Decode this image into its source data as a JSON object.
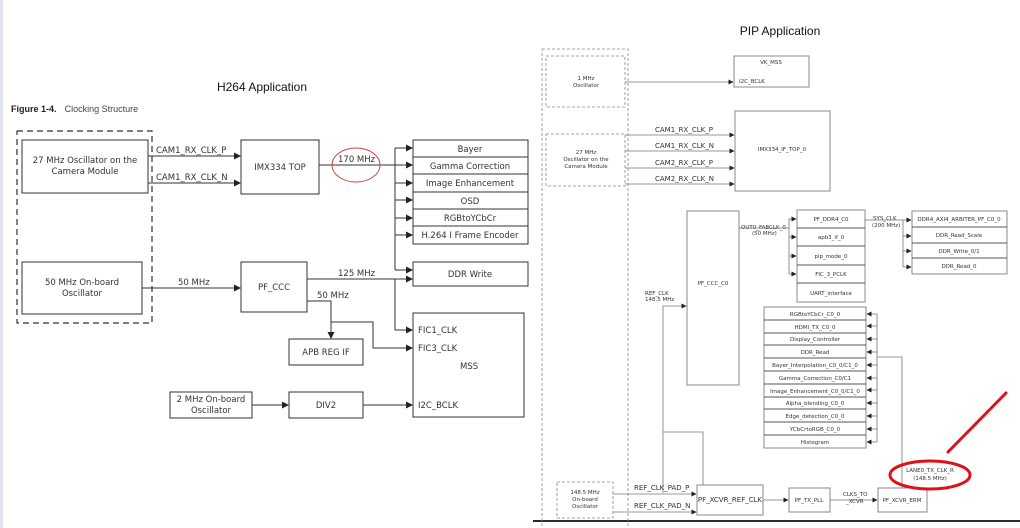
{
  "page": {
    "figure_caption_bold": "Figure 1-4.",
    "figure_caption": "Clocking Structure"
  },
  "h264": {
    "title": "H264 Application",
    "osc27": [
      "27 MHz Oscillator on the",
      "Camera Module"
    ],
    "osc50": [
      "50 MHz On-board",
      "Oscillator"
    ],
    "osc2": [
      "2 MHz On-board",
      "Oscillator"
    ],
    "imx": "IMX334 TOP",
    "pfccc": "PF_CCC",
    "div2": "DIV2",
    "apb": "APB REG IF",
    "mss": "MSS",
    "wires": {
      "cam_p": "CAM1_RX_CLK_P",
      "cam_n": "CAM1_RX_CLK_N",
      "f170": "170 MHz",
      "f50_in": "50 MHz",
      "f125": "125 MHz",
      "f50_out": "50 MHz"
    },
    "pipeline": [
      "Bayer",
      "Gamma Correction",
      "Image Enhancement",
      "OSD",
      "RGBtoYCbCr",
      "H.264 I Frame Encoder"
    ],
    "ddr_write": "DDR Write",
    "mss_ports": [
      "FIC1_CLK",
      "FIC3_CLK",
      "I2C_BCLK"
    ]
  },
  "pip": {
    "title": "PIP Application",
    "osc1": [
      "1 MHz",
      "Oscillator"
    ],
    "osc27": [
      "27 MHz",
      "Oscillator on the",
      "Camera Module"
    ],
    "osc148": [
      "148.5 MHz",
      "On-board",
      "Oscillator"
    ],
    "vk_mss": "VK_MSS",
    "i2c_bclk": "I2C_BCLK",
    "imx_if": "IMX334_IF_TOP_0",
    "cam_wires": [
      "CAM1_RX_CLK_P",
      "CAM1_RX_CLK_N",
      "CAM2_RX_CLK_P",
      "CAM2_RX_CLK_N"
    ],
    "pf_ccc": "PF_CCC_C0",
    "ref_clk": [
      "REF_CLK",
      "148.5 MHz"
    ],
    "out0": [
      "OUT0_FABCLK_0",
      "(50 MHz)"
    ],
    "group1": [
      "PF_DDR4_C0",
      "apb3_if_0",
      "pip_mode_0",
      "FIC_3_PCLK",
      "UART_interface"
    ],
    "sys_clk": [
      "SYS_CLK",
      "(200 MHz)"
    ],
    "group2": [
      "DDR4_AXI4_ARBITER_PF_C0_0",
      "DDR_Read_Scale",
      "DDR_Write_0/1",
      "DDR_Read_0"
    ],
    "group3": [
      "RGBtoYCbCr_C0_0",
      "HDMI_TX_C0_0",
      "Display_Controller",
      "DDR_Read",
      "Bayer_Interpolation_C0_0/C1_0",
      "Gamma_Correction_C0/C1",
      "Image_Enhancement_C0_0/C1_0",
      "Alpha_blending_C0_0",
      "Edge_detection_C0_0",
      "YCbCrtoRGB_C0_0",
      "Histogram"
    ],
    "ref_pad_p": "REF_CLK_PAD_P",
    "ref_pad_n": "REF_CLK_PAD_N",
    "xcvr_ref": "PF_XCVR_REF_CLK",
    "tx_pll": "PF_TX_PLL",
    "clks_to": [
      "CLKS_TO",
      "_XCVR"
    ],
    "xcvr_erm": "PF_XCVR_ERM",
    "lane_clk": [
      "LANE0_TX_CLK_R",
      "(148.5 MHz)"
    ]
  },
  "annotations": {
    "highlight_color": "#e0101a",
    "circle_color": "#d23a3a"
  }
}
